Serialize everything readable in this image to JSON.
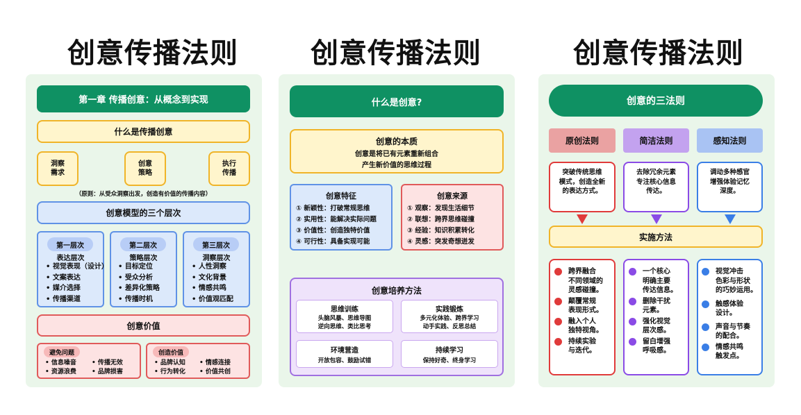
{
  "titles": [
    "创意传播法则",
    "创意传播法则",
    "创意传播法则"
  ],
  "panel1": {
    "header": "第一章 传播创意：从概念到实现",
    "what": "什么是传播创意",
    "steps": [
      "洞察\n需求",
      "创意\n策略",
      "执行\n传播"
    ],
    "principle": "（原则：从受众洞察出发，创造有价值的传播内容）",
    "model": "创意模型的三个层次",
    "levels": [
      {
        "tag": "第一层次",
        "name": "表达层次",
        "items": [
          "• 视觉表现（设计）",
          "• 文案表达",
          "• 媒介选择",
          "• 传播渠道"
        ]
      },
      {
        "tag": "第二层次",
        "name": "策略层次",
        "items": [
          "• 目标定位",
          "• 受众分析",
          "• 差异化策略",
          "• 传播时机"
        ]
      },
      {
        "tag": "第三层次",
        "name": "洞察层次",
        "items": [
          "• 人性洞察",
          "• 文化背景",
          "• 情感共鸣",
          "• 价值观匹配"
        ]
      }
    ],
    "value": "创意价值",
    "avoid": {
      "tag": "避免问题",
      "col1": [
        "• 信息噪音",
        "• 资源浪费"
      ],
      "col2": [
        "• 传播无效",
        "• 品牌损害"
      ]
    },
    "create": {
      "tag": "创造价值",
      "col1": [
        "• 品牌认知",
        "• 行为转化"
      ],
      "col2": [
        "• 情感连接",
        "• 价值共创"
      ]
    }
  },
  "panel2": {
    "header": "什么是创意?",
    "essence_title": "创意的本质",
    "essence_text": [
      "创意是将已有元素重新组合",
      "产生新价值的思维过程"
    ],
    "features_title": "创意特征",
    "features": [
      "① 新颖性：打破常规思维",
      "② 实用性：能解决实际问题",
      "③ 价值性：创造独特价值",
      "④ 可行性：具备实现可能"
    ],
    "sources_title": "创意来源",
    "sources": [
      "① 观察：发现生活细节",
      "② 联想：跨界思维碰撞",
      "③ 经验：知识积累转化",
      "④ 灵感：突发奇想迸发"
    ],
    "methods_title": "创意培养方法",
    "methods": [
      {
        "title": "思维训练",
        "lines": [
          "头脑风暴、思维导图",
          "逆向思维、类比思考"
        ]
      },
      {
        "title": "实践锻炼",
        "lines": [
          "多元化体验、跨界学习",
          "动手实践、反思总结"
        ]
      },
      {
        "title": "环境营造",
        "lines": [
          "开放包容、鼓励试错"
        ]
      },
      {
        "title": "持续学习",
        "lines": [
          "保持好奇、终身学习"
        ]
      }
    ]
  },
  "panel3": {
    "header": "创意的三法则",
    "laws": [
      {
        "name": "原创法则",
        "desc": [
          "突破传统思维",
          "模式，创造全新",
          "的表达方式。"
        ],
        "color": "#e03a3a"
      },
      {
        "name": "简洁法则",
        "desc": [
          "去除冗余元素",
          "专注核心信息",
          "传达。"
        ],
        "color": "#8a4be6"
      },
      {
        "name": "感知法则",
        "desc": [
          "调动多种感官",
          "增强体验记忆",
          "深度。"
        ],
        "color": "#3a7ee6"
      }
    ],
    "method": "实施方法",
    "col1": [
      [
        "跨界融合",
        "不同领域的",
        "灵感碰撞。"
      ],
      [
        "颠覆常规",
        "表现形式。"
      ],
      [
        "融入个人",
        "独特视角。"
      ],
      [
        "持续实验",
        "与迭代。"
      ]
    ],
    "col2": [
      [
        "一个核心",
        "明确主要",
        "传达信息。"
      ],
      [
        "删除干扰",
        "元素。"
      ],
      [
        "强化视觉",
        "层次感。"
      ],
      [
        "留白增强",
        "呼吸感。"
      ]
    ],
    "col3": [
      [
        "视觉冲击",
        "色彩与形状",
        "的巧妙运用。"
      ],
      [
        "触感体验",
        "设计。"
      ],
      [
        "声音与节奏",
        "的配合。"
      ],
      [
        "情感共鸣",
        "触发点。"
      ]
    ]
  }
}
